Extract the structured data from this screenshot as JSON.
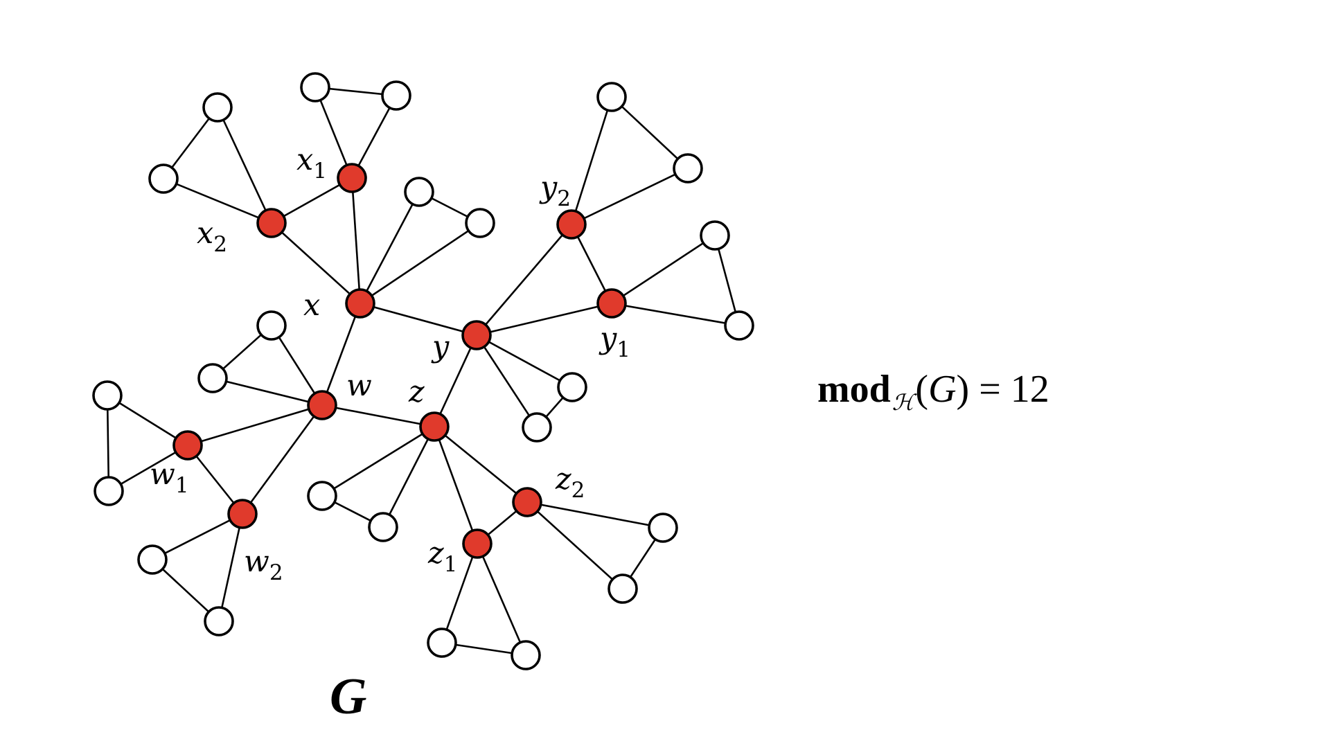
{
  "figure": {
    "graph_label": "G",
    "formula": {
      "operator": "mod",
      "subscript": "ℋ",
      "open_paren": "(",
      "argument": "G",
      "close_paren": ")",
      "relation": "= 12"
    }
  },
  "colors": {
    "highlight": "#e03a2c",
    "plain": "#ffffff",
    "stroke": "#000000"
  },
  "vertex_labels": {
    "x": {
      "base": "x",
      "sub": ""
    },
    "x1": {
      "base": "x",
      "sub": "1"
    },
    "x2": {
      "base": "x",
      "sub": "2"
    },
    "y": {
      "base": "y",
      "sub": ""
    },
    "y1": {
      "base": "y",
      "sub": "1"
    },
    "y2": {
      "base": "y",
      "sub": "2"
    },
    "z": {
      "base": "z",
      "sub": ""
    },
    "z1": {
      "base": "z",
      "sub": "1"
    },
    "z2": {
      "base": "z",
      "sub": "2"
    },
    "w": {
      "base": "w",
      "sub": ""
    },
    "w1": {
      "base": "w",
      "sub": "1"
    },
    "w2": {
      "base": "w",
      "sub": "2"
    }
  },
  "highlighted_vertices": [
    "x",
    "x1",
    "x2",
    "y",
    "y1",
    "y2",
    "z",
    "z1",
    "z2",
    "w",
    "w1",
    "w2"
  ],
  "plain_vertices": [
    "xa1",
    "xa2",
    "x1a",
    "x1b",
    "x2a",
    "x2b",
    "ya1",
    "ya2",
    "y1a",
    "y1b",
    "y2a",
    "y2b",
    "za1",
    "za2",
    "z1a",
    "z1b",
    "z2a",
    "z2b",
    "wa1",
    "wa2",
    "w1a",
    "w1b",
    "w2a",
    "w2b"
  ],
  "edges": [
    [
      "x",
      "y"
    ],
    [
      "x",
      "w"
    ],
    [
      "y",
      "z"
    ],
    [
      "z",
      "w"
    ],
    [
      "x",
      "x1"
    ],
    [
      "x",
      "x2"
    ],
    [
      "x1",
      "x2"
    ],
    [
      "y",
      "y1"
    ],
    [
      "y",
      "y2"
    ],
    [
      "y1",
      "y2"
    ],
    [
      "z",
      "z1"
    ],
    [
      "z",
      "z2"
    ],
    [
      "z1",
      "z2"
    ],
    [
      "w",
      "w1"
    ],
    [
      "w",
      "w2"
    ],
    [
      "w1",
      "w2"
    ],
    [
      "x",
      "xa1"
    ],
    [
      "x",
      "xa2"
    ],
    [
      "xa1",
      "xa2"
    ],
    [
      "x1",
      "x1a"
    ],
    [
      "x1",
      "x1b"
    ],
    [
      "x1a",
      "x1b"
    ],
    [
      "x2",
      "x2a"
    ],
    [
      "x2",
      "x2b"
    ],
    [
      "x2a",
      "x2b"
    ],
    [
      "y",
      "ya1"
    ],
    [
      "y",
      "ya2"
    ],
    [
      "ya1",
      "ya2"
    ],
    [
      "y1",
      "y1a"
    ],
    [
      "y1",
      "y1b"
    ],
    [
      "y1a",
      "y1b"
    ],
    [
      "y2",
      "y2a"
    ],
    [
      "y2",
      "y2b"
    ],
    [
      "y2a",
      "y2b"
    ],
    [
      "z",
      "za1"
    ],
    [
      "z",
      "za2"
    ],
    [
      "za1",
      "za2"
    ],
    [
      "z1",
      "z1a"
    ],
    [
      "z1",
      "z1b"
    ],
    [
      "z1a",
      "z1b"
    ],
    [
      "z2",
      "z2a"
    ],
    [
      "z2",
      "z2b"
    ],
    [
      "z2a",
      "z2b"
    ],
    [
      "w",
      "wa1"
    ],
    [
      "w",
      "wa2"
    ],
    [
      "wa1",
      "wa2"
    ],
    [
      "w1",
      "w1a"
    ],
    [
      "w1",
      "w1b"
    ],
    [
      "w1a",
      "w1b"
    ],
    [
      "w2",
      "w2a"
    ],
    [
      "w2",
      "w2b"
    ],
    [
      "w2a",
      "w2b"
    ]
  ]
}
